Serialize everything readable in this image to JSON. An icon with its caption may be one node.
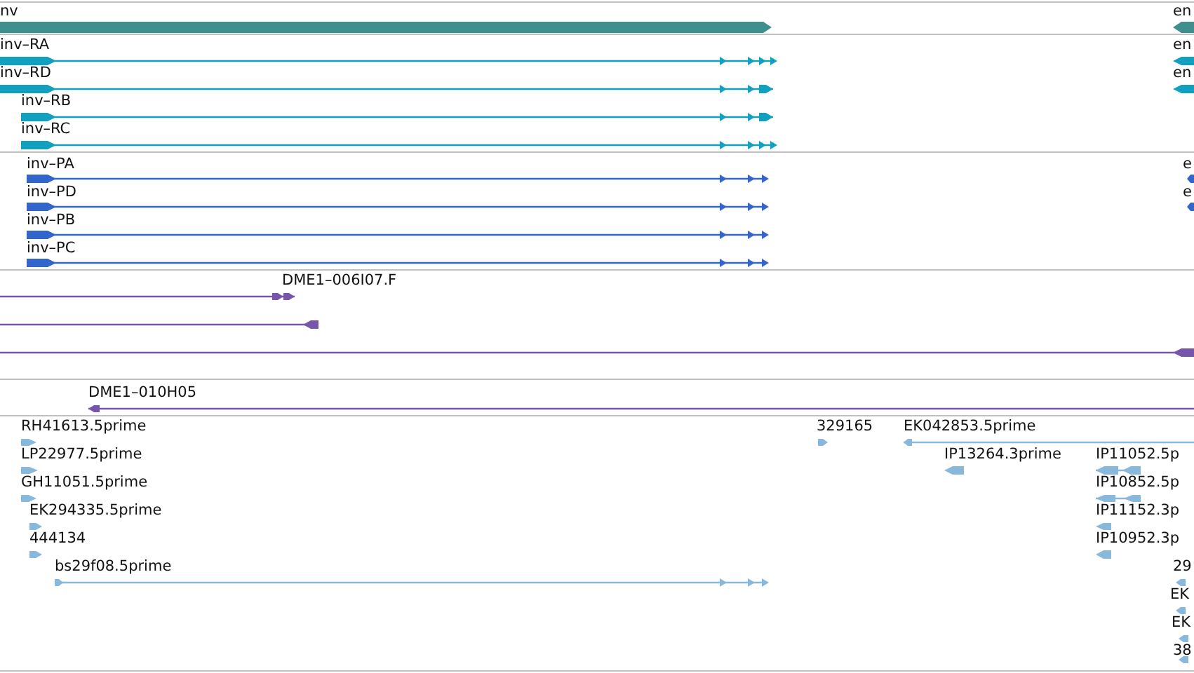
{
  "diagram": {
    "labels": [
      "nv",
      "en",
      "inv–RA",
      "en",
      "inv–RD",
      "en",
      "inv–RB",
      "inv–RC",
      "inv–PA",
      "e",
      "inv–PD",
      "e",
      "inv–PB",
      "inv–PC",
      "DME1–006I07.F",
      "DME1–010H05",
      "RH41613.5prime",
      "329165",
      "EK042853.5prime",
      "LP22977.5prime",
      "IP13264.3prime",
      "IP11052.5p",
      "GH11051.5prime",
      "IP10852.5p",
      "EK294335.5prime",
      "IP11152.3p",
      "444134",
      "IP10952.3p",
      "bs29f08.5prime",
      "29",
      "EK",
      "EK",
      "38"
    ]
  }
}
